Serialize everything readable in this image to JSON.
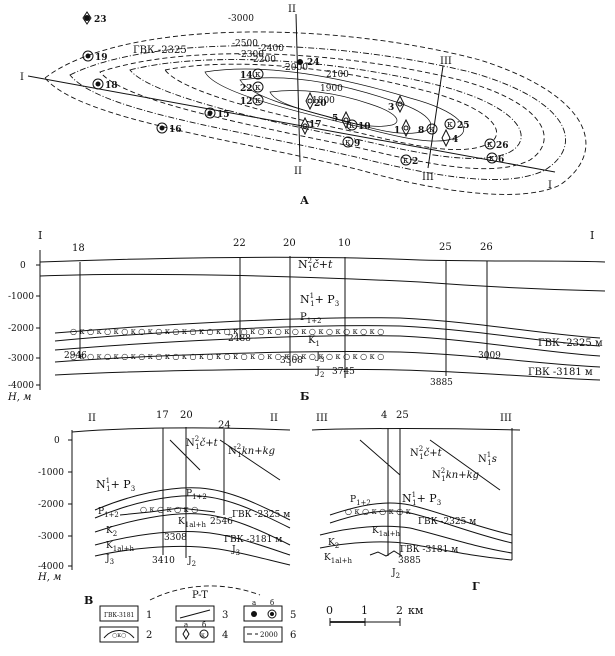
{
  "map": {
    "panel_label": "А",
    "profile_lines": [
      {
        "label_start": "I",
        "label_end": "I"
      },
      {
        "label_start": "II",
        "label_end": "II"
      },
      {
        "label_start": "III",
        "label_end": "III"
      }
    ],
    "gwc_label": "ГВК -2325",
    "contours": [
      "-3000",
      "-2500",
      "-2400",
      "-2300",
      "-2200",
      "-2000",
      "2100",
      "1900",
      "1800"
    ],
    "wells": [
      "23",
      "19",
      "18",
      "24",
      "14",
      "22",
      "12",
      "20",
      "3",
      "5",
      "10",
      "17",
      "15",
      "16",
      "9",
      "1",
      "8",
      "25",
      "4",
      "26",
      "6",
      "2"
    ]
  },
  "profile1": {
    "panel_label": "Б",
    "line_start": "I",
    "line_end": "I",
    "wells": [
      "18",
      "22",
      "20",
      "10",
      "25",
      "26"
    ],
    "depth_ticks": [
      "0",
      "-1000",
      "-2000",
      "-3000",
      "-4000"
    ],
    "depth_axis": "H, м",
    "units": [
      {
        "base": "N",
        "sup": "2",
        "sub": "1",
        "rest": "č+t"
      },
      {
        "base": "N",
        "sup": "1",
        "sub": "1",
        "rest": "+ P",
        "sub2": "3"
      },
      {
        "base": "P",
        "sub": "1+2"
      },
      {
        "base": "K",
        "sub": "1"
      },
      {
        "base": "J",
        "sub": "3"
      },
      {
        "base": "J",
        "sub": "2"
      }
    ],
    "gwc": [
      "ГВК -2325 м",
      "ГВК -3181 м"
    ],
    "depths": [
      "2946",
      "2488",
      "3308",
      "3745",
      "3885",
      "3009"
    ]
  },
  "profile2": {
    "panel_label": "В",
    "line_start": "II",
    "line_end": "II",
    "wells": [
      "17",
      "20",
      "24"
    ],
    "depth_ticks": [
      "0",
      "-1000",
      "-2000",
      "-3000",
      "-4000"
    ],
    "depth_axis": "H, м",
    "units": [
      {
        "base": "N",
        "sup": "2",
        "sub": "1",
        "rest": "č+t"
      },
      {
        "base": "N",
        "sup": "2",
        "sub": "1",
        "rest": "kn+kg"
      },
      {
        "base": "N",
        "sup": "1",
        "sub": "1",
        "rest": "+ P",
        "sub2": "3"
      },
      {
        "base": "P",
        "sub": "1+2"
      },
      {
        "base": "P",
        "sub": "1+2"
      },
      {
        "base": "K",
        "sub": "2"
      },
      {
        "base": "K",
        "sub": "1al+h"
      },
      {
        "base": "K",
        "sub": "1al+h"
      },
      {
        "base": "J",
        "sub": "3"
      },
      {
        "base": "J",
        "sub": "3"
      },
      {
        "base": "J",
        "sub": "2"
      }
    ],
    "gwc": [
      "ГВК -2325 м",
      "ГВК -3181 м"
    ],
    "depths": [
      "2546",
      "3308",
      "3410"
    ],
    "basement": "P-T"
  },
  "profile3": {
    "panel_label": "Г",
    "line_start": "III",
    "line_end": "III",
    "wells": [
      "4",
      "25"
    ],
    "units": [
      {
        "base": "N",
        "sup": "2",
        "sub": "1",
        "rest": "č+t"
      },
      {
        "base": "N",
        "sup": "1",
        "sub": "1",
        "rest": "s"
      },
      {
        "base": "N",
        "sup": "2",
        "sub": "1",
        "rest": "kn+kg"
      },
      {
        "base": "N",
        "sup": "1",
        "sub": "1",
        "rest": "+ P",
        "sub2": "3"
      },
      {
        "base": "P",
        "sub": "1+2"
      },
      {
        "base": "K",
        "sub": "2"
      },
      {
        "base": "K",
        "sub": "1al+h"
      },
      {
        "base": "K",
        "sub": "1al+h"
      },
      {
        "base": "J",
        "sub": "2"
      }
    ],
    "gwc": [
      "ГВК -2325 м",
      "ГВК -3181 м"
    ],
    "depths": [
      "3885"
    ]
  },
  "legend": {
    "items": [
      {
        "num": "1",
        "sample": "ГВК-3181"
      },
      {
        "num": "2",
        "sample": ""
      },
      {
        "num": "3",
        "sample": ""
      },
      {
        "num": "4",
        "sub_a": "а",
        "sub_b": "б"
      },
      {
        "num": "5",
        "sub_a": "а",
        "sub_b": "б"
      },
      {
        "num": "6",
        "sample": "2000"
      }
    ]
  },
  "scale": {
    "ticks": [
      "0",
      "1",
      "2"
    ],
    "unit": "км"
  }
}
